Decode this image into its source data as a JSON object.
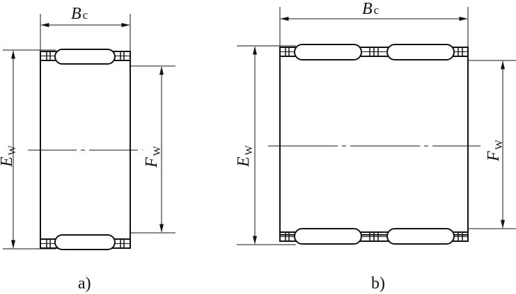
{
  "figure_a": {
    "width_label": "B",
    "width_sub": "c",
    "outer_label": "E",
    "outer_sub": "W",
    "inner_label": "F",
    "inner_sub": "W",
    "caption": "a)"
  },
  "figure_b": {
    "width_label": "B",
    "width_sub": "c",
    "outer_label": "E",
    "outer_sub": "W",
    "inner_label": "F",
    "inner_sub": "W",
    "caption": "b)"
  }
}
